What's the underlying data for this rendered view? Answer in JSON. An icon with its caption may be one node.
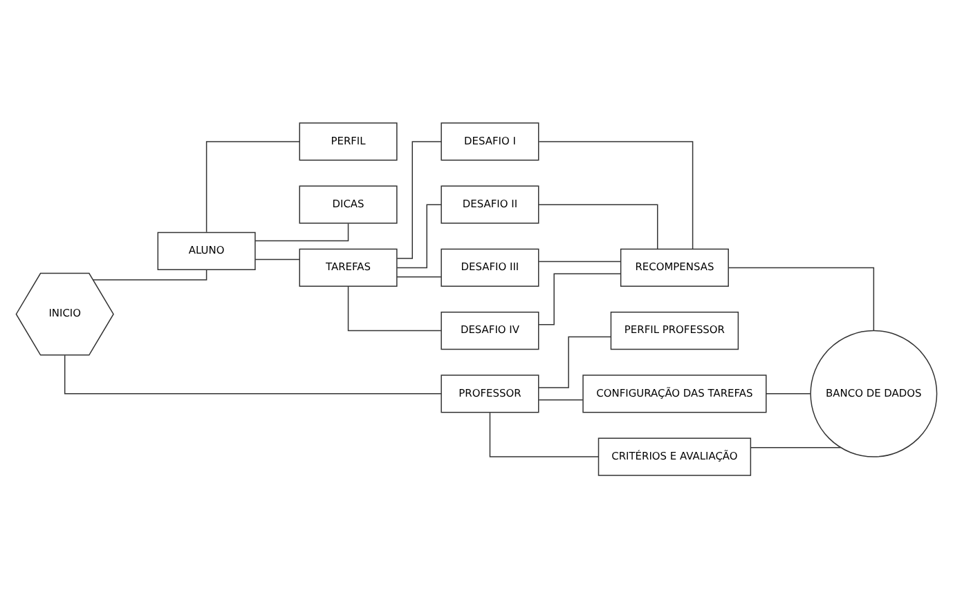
{
  "diagram": {
    "nodes": [
      {
        "text": [
          "INICIO"
        ]
      },
      {
        "text": [
          "ALUNO"
        ]
      },
      {
        "text": [
          "PERFIL"
        ]
      },
      {
        "text": [
          "DICAS"
        ]
      },
      {
        "text": [
          "TAREFAS"
        ]
      },
      {
        "text": [
          "DESAFIO I"
        ]
      },
      {
        "text": [
          "DESAFIO II"
        ]
      },
      {
        "text": [
          "DESAFIO III"
        ]
      },
      {
        "text": [
          "DESAFIO IV"
        ]
      },
      {
        "text": [
          "RECOMPENSAS"
        ]
      },
      {
        "text": [
          "PROFESSOR"
        ]
      },
      {
        "text": [
          "PERFIL PROFESSOR"
        ]
      },
      {
        "text": [
          "CONFIGURAÇÃO DAS TAREFAS"
        ]
      },
      {
        "text": [
          "CRITÉRIOS E AVALIAÇÃO"
        ]
      },
      {
        "text": [
          "BANCO DE DADOS"
        ]
      }
    ],
    "edges": [
      {
        "from": 0,
        "to": 1,
        "arrow": "none"
      },
      {
        "from": 0,
        "to": 10,
        "arrow": "none"
      },
      {
        "from": 1,
        "to": 2,
        "arrow": "none"
      },
      {
        "from": 1,
        "to": 3,
        "arrow": "none"
      },
      {
        "from": 1,
        "to": 4,
        "arrow": "none"
      },
      {
        "from": 4,
        "to": 5,
        "arrow": "none"
      },
      {
        "from": 4,
        "to": 6,
        "arrow": "none"
      },
      {
        "from": 4,
        "to": 7,
        "arrow": "none"
      },
      {
        "from": 4,
        "to": 8,
        "arrow": "none"
      },
      {
        "from": 5,
        "to": 9,
        "arrow": "none"
      },
      {
        "from": 6,
        "to": 9,
        "arrow": "none"
      },
      {
        "from": 7,
        "to": 9,
        "arrow": "none"
      },
      {
        "from": 8,
        "to": 9,
        "arrow": "none"
      },
      {
        "from": 9,
        "to": 14,
        "arrow": "none"
      },
      {
        "from": 10,
        "to": 11,
        "arrow": "none"
      },
      {
        "from": 10,
        "to": 12,
        "arrow": "none"
      },
      {
        "from": 10,
        "to": 13,
        "arrow": "none"
      },
      {
        "from": 12,
        "to": 14,
        "arrow": "none"
      },
      {
        "from": 13,
        "to": 14,
        "arrow": "none"
      }
    ]
  }
}
